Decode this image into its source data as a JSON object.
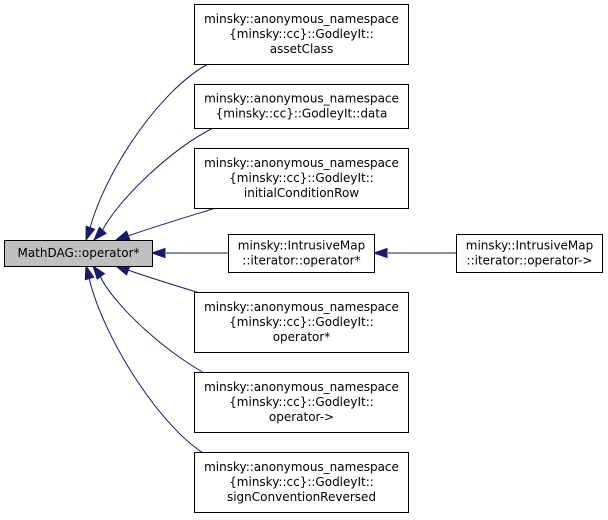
{
  "nodes": [
    {
      "id": "mathdag_operator_star",
      "name": "node-mathdag-operator-star",
      "lines": [
        "MathDAG::operator*"
      ],
      "focus": true
    },
    {
      "id": "godleyit_assetclass",
      "name": "node-godleyit-assetclass",
      "lines": [
        "minsky::anonymous_namespace",
        "{minsky::cc}::GodleyIt::",
        "assetClass"
      ]
    },
    {
      "id": "godleyit_data",
      "name": "node-godleyit-data",
      "lines": [
        "minsky::anonymous_namespace",
        "{minsky::cc}::GodleyIt::data"
      ]
    },
    {
      "id": "godleyit_initialconditionrow",
      "name": "node-godleyit-initialconditionrow",
      "lines": [
        "minsky::anonymous_namespace",
        "{minsky::cc}::GodleyIt::",
        "initialConditionRow"
      ]
    },
    {
      "id": "intrusivemap_iterator_operator_star",
      "name": "node-intrusivemap-iterator-operator-star",
      "lines": [
        "minsky::IntrusiveMap",
        "::iterator::operator*"
      ]
    },
    {
      "id": "intrusivemap_iterator_operator_arrow",
      "name": "node-intrusivemap-iterator-operator-arrow",
      "lines": [
        "minsky::IntrusiveMap",
        "::iterator::operator->"
      ]
    },
    {
      "id": "godleyit_operator_star",
      "name": "node-godleyit-operator-star",
      "lines": [
        "minsky::anonymous_namespace",
        "{minsky::cc}::GodleyIt::",
        "operator*"
      ]
    },
    {
      "id": "godleyit_operator_arrow",
      "name": "node-godleyit-operator-arrow",
      "lines": [
        "minsky::anonymous_namespace",
        "{minsky::cc}::GodleyIt::",
        "operator->"
      ]
    },
    {
      "id": "godleyit_signconventionreversed",
      "name": "node-godleyit-signconventionreversed",
      "lines": [
        "minsky::anonymous_namespace",
        "{minsky::cc}::GodleyIt::",
        "signConventionReversed"
      ]
    }
  ],
  "edges": [
    {
      "from": "godleyit_assetclass",
      "to": "mathdag_operator_star"
    },
    {
      "from": "godleyit_data",
      "to": "mathdag_operator_star"
    },
    {
      "from": "godleyit_initialconditionrow",
      "to": "mathdag_operator_star"
    },
    {
      "from": "intrusivemap_iterator_operator_star",
      "to": "mathdag_operator_star"
    },
    {
      "from": "godleyit_operator_star",
      "to": "mathdag_operator_star"
    },
    {
      "from": "godleyit_operator_arrow",
      "to": "mathdag_operator_star"
    },
    {
      "from": "godleyit_signconventionreversed",
      "to": "mathdag_operator_star"
    },
    {
      "from": "intrusivemap_iterator_operator_arrow",
      "to": "intrusivemap_iterator_operator_star"
    }
  ],
  "colors": {
    "edge": "#191970",
    "focus_fill": "#bfbfbf",
    "node_fill": "#ffffff",
    "node_stroke": "#000000"
  }
}
